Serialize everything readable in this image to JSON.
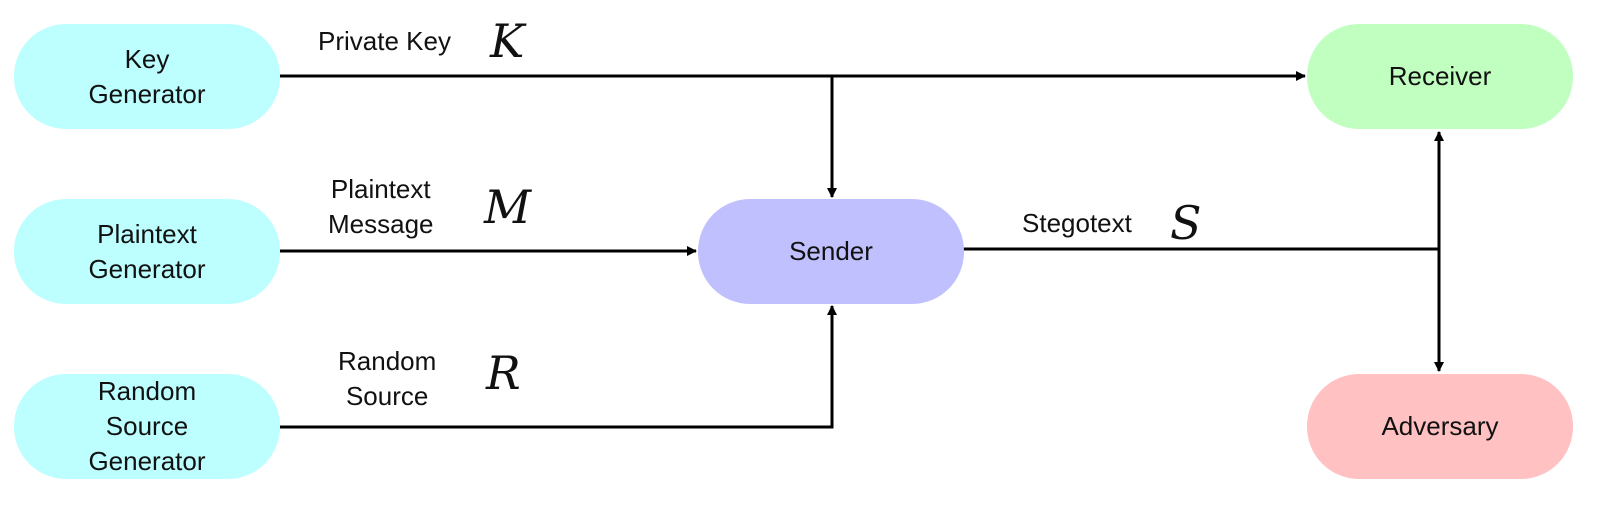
{
  "colors": {
    "generator": "#BDFEFE",
    "sender": "#C0C0FF",
    "receiver": "#C1FFC1",
    "adversary": "#FFC1C1",
    "line": "#000000"
  },
  "nodes": {
    "key_generator": "Key\nGenerator",
    "plaintext_generator": "Plaintext\nGenerator",
    "random_source_generator": "Random\nSource\nGenerator",
    "sender": "Sender",
    "receiver": "Receiver",
    "adversary": "Adversary"
  },
  "edges": {
    "private_key": {
      "label": "Private Key",
      "symbol": "K"
    },
    "plaintext_message": {
      "label": "Plaintext\nMessage",
      "symbol": "M"
    },
    "random_source": {
      "label": "Random\nSource",
      "symbol": "R"
    },
    "stegotext": {
      "label": "Stegotext",
      "symbol": "S"
    }
  }
}
